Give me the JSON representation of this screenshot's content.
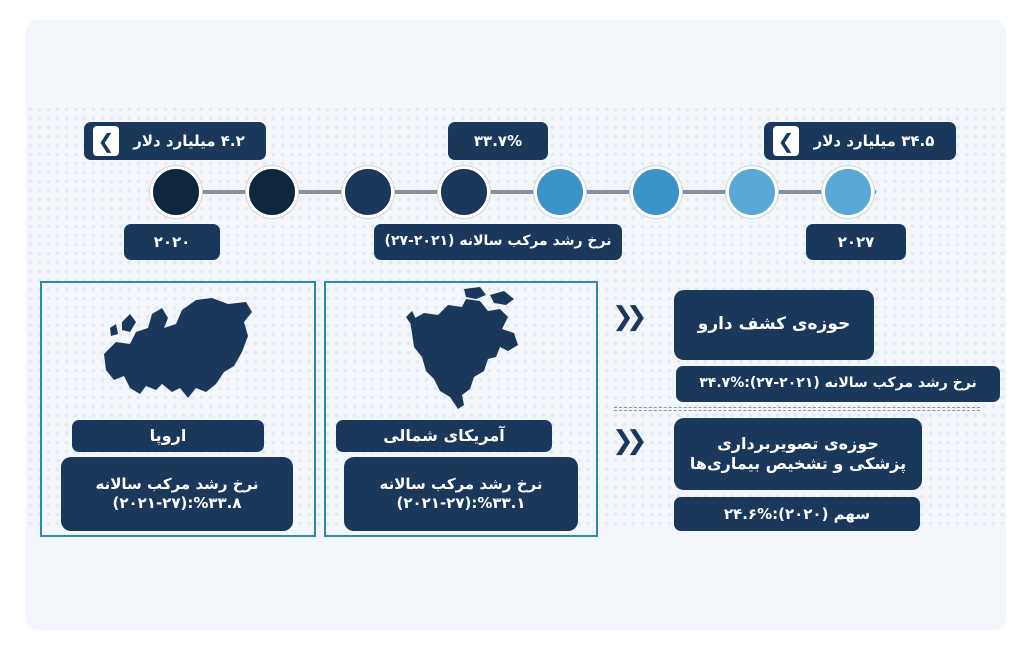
{
  "timeline": {
    "start_value": "۴.۲ میلیارد دلار",
    "mid_value": "۳۳.۷%",
    "end_value": "۳۴.۵ میلیارد دلار",
    "start_year": "۲۰۲۰",
    "cagr_label": "نرخ رشد مرکب سالانه (۲۰۲۱-۲۷)",
    "end_year": "۲۰۲۷",
    "dot_colors": [
      "#10263d",
      "#10263d",
      "#19385c",
      "#19385c",
      "#3a93c4",
      "#3a93c4",
      "#5ba8d6",
      "#5ba8d6"
    ]
  },
  "regions": {
    "europe": {
      "name": "اروپا",
      "line1": "نرخ رشد مرکب سالانه",
      "line2": "(۲۰۲۱-۲۷):%۳۳.۸"
    },
    "north_america": {
      "name": "آمریکای شمالی",
      "line1": "نرخ رشد مرکب سالانه",
      "line2": "(۲۰۲۱-۲۷):%۳۳.۱"
    }
  },
  "segments": {
    "drug_discovery": {
      "title": "حوزه‌ی کشف دارو",
      "stat": "نرخ رشد مرکب سالانه (۲۰۲۱-۲۷):%۳۴.۷"
    },
    "imaging": {
      "title_line1": "حوزه‌ی تصویربرداری",
      "title_line2": "پزشکی و تشخیص بیماری‌ها",
      "stat": "سهم (۲۰۲۰):%۲۴.۶"
    }
  },
  "colors": {
    "navy": "#19385c",
    "teal_frame": "#2f8aa3",
    "light_blue": "#5ba8d6"
  }
}
